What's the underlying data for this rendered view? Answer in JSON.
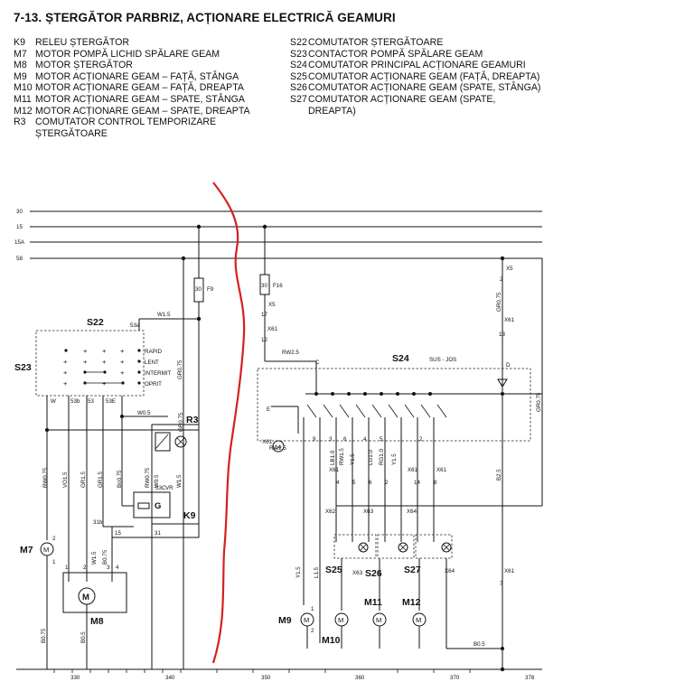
{
  "title": "7-13. ȘTERGĂTOR PARBRIZ, ACȚIONARE ELECTRICĂ GEAMURI",
  "legend_left": [
    {
      "code": "K9",
      "desc": "RELEU ȘTERGĂTOR"
    },
    {
      "code": "M7",
      "desc": "MOTOR POMPĂ LICHID SPĂLARE GEAM"
    },
    {
      "code": "M8",
      "desc": "MOTOR ȘTERGĂTOR"
    },
    {
      "code": "M9",
      "desc": "MOTOR ACȚIONARE GEAM – FAȚĂ, STÂNGA"
    },
    {
      "code": "M10",
      "desc": "MOTOR ACȚIONARE GEAM – FAȚĂ, DREAPTA"
    },
    {
      "code": "M11",
      "desc": "MOTOR ACȚIONARE GEAM – SPATE, STÂNGA"
    },
    {
      "code": "M12",
      "desc": "MOTOR ACȚIONARE GEAM – SPATE, DREAPTA"
    },
    {
      "code": "R3",
      "desc": "COMUTATOR CONTROL TEMPORIZARE ȘTERGĂTOARE"
    }
  ],
  "legend_right": [
    {
      "code": "S22",
      "desc": "COMUTATOR ȘTERGĂTOARE"
    },
    {
      "code": "S23",
      "desc": "CONTACTOR POMPĂ SPĂLARE GEAM"
    },
    {
      "code": "S24",
      "desc": "COMUTATOR PRINCIPAL ACȚIONARE GEAMURI"
    },
    {
      "code": "S25",
      "desc": "COMUTATOR ACȚIONARE GEAM (FAȚĂ, DREAPTA)"
    },
    {
      "code": "S26",
      "desc": "COMUTATOR ACȚIONARE GEAM (SPATE, STÂNGA)"
    },
    {
      "code": "S27",
      "desc": "COMUTATOR ACȚIONARE GEAM (SPATE, DREAPTA)"
    }
  ],
  "diagram": {
    "buses": [
      "30",
      "15",
      "15A",
      "58"
    ],
    "ruler": [
      "330",
      "340",
      "350",
      "360",
      "370",
      "378"
    ],
    "components": {
      "s22": "S22",
      "s23": "S23",
      "r3": "R3",
      "k9": "K9",
      "m7": "M7",
      "m8": "M8",
      "s24": "S24",
      "s25": "S25",
      "s26": "S26",
      "s27": "S27",
      "m9": "M9",
      "m10": "M10",
      "m11": "M11",
      "m12": "M12"
    },
    "motor_symbol": "M",
    "sus_jos": "SUS - JOS",
    "s22_positions": [
      "RAPID",
      "LENT",
      "INTERMIT",
      "OPRIT"
    ],
    "s22_pins": [
      "W",
      "53b",
      "53",
      "53E",
      "53a"
    ],
    "s22_wire": "W1.5",
    "fuses": [
      {
        "a": "30",
        "b": "F9"
      },
      {
        "a": "30",
        "b": "F16"
      }
    ],
    "wires_left": [
      "GR0.75",
      "W0.5",
      "W1.5",
      "RW0.75",
      "VO1.5",
      "GR1.5",
      "GR1.5",
      "Bo0.75",
      "RW0.75",
      "W0.5",
      "W1.5",
      "W1.5",
      "B0.75",
      "B0.75",
      "B0.5"
    ],
    "k9_pins": [
      "31b",
      "15",
      "31",
      "53C",
      "VR"
    ],
    "k9_g": "G",
    "m8_pins": [
      "1",
      "2",
      "3",
      "4"
    ],
    "m7_pins": [
      "1",
      "2"
    ],
    "right_wires": {
      "rw25a": "RW2.5",
      "rw25b": "RW2.5",
      "gr075a": "GR0.75",
      "gr075b": "GR0.75",
      "b25": "B2.5",
      "b05": "B0.5"
    },
    "x_labels": {
      "x5a": "X5",
      "x61a": "X61",
      "x5b": "X5",
      "x61b": "X61",
      "x61c": "X61",
      "x61d": "X61",
      "x62": "X62",
      "x63": "X63",
      "x64": "X64",
      "x63b": "X63",
      "x64b": "X64"
    },
    "x_pins": {
      "p17": "17",
      "p12": "12",
      "p2": "2",
      "p13": "13",
      "p7": "7"
    },
    "s24_terms": [
      "C",
      "D",
      "E"
    ],
    "s24_pins": [
      "9",
      "3",
      "6",
      "4",
      "5",
      "2",
      "14"
    ],
    "mid_wires": [
      "LB1.0",
      "RW1.5",
      "Y1.5",
      "LG1.0",
      "RG1.0",
      "Y1.5",
      "Y1.5",
      "L1.5",
      "Y1.5",
      "L1.5",
      "Y1.5",
      "L1.5",
      "Y1.5",
      "L1.5"
    ],
    "pin_row": [
      "4",
      "5",
      "6",
      "2",
      "14",
      "8"
    ],
    "m_pins": [
      "1",
      "2"
    ]
  }
}
